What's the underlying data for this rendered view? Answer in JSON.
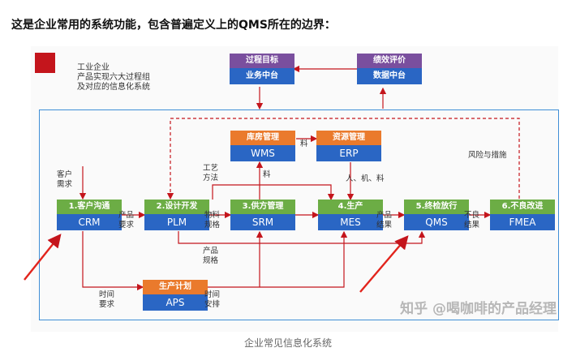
{
  "heading": "这是企业常用的系统功能，包含普遍定义上的QMS所在的边界：",
  "legend": {
    "line1": "工业企业",
    "line2": "产品实现六大过程组",
    "line3": "及对应的信息化系统"
  },
  "nodes": {
    "crm": {
      "top": "1.客户沟通",
      "bottom": "CRM"
    },
    "plm": {
      "top": "2.设计开发",
      "bottom": "PLM"
    },
    "srm": {
      "top": "3.供方管理",
      "bottom": "SRM"
    },
    "mes": {
      "top": "4.生产",
      "bottom": "MES"
    },
    "qms": {
      "top": "5.终检放行",
      "bottom": "QMS"
    },
    "fmea": {
      "top": "6.不良改进",
      "bottom": "FMEA"
    },
    "wms": {
      "top": "库房管理",
      "bottom": "WMS"
    },
    "erp": {
      "top": "资源管理",
      "bottom": "ERP"
    },
    "aps": {
      "top": "生产计划",
      "bottom": "APS"
    },
    "goal": {
      "top": "过程目标",
      "bottom": "业务中台"
    },
    "perf": {
      "top": "绩效评价",
      "bottom": "数据中台"
    }
  },
  "labels": {
    "customer_demand": [
      "客户",
      "需求"
    ],
    "product_req": [
      "产品",
      "要求"
    ],
    "craft_method": [
      "工艺",
      "方法"
    ],
    "material_spec": [
      "物料",
      "规格"
    ],
    "material1": "料",
    "material2": "料",
    "people_machine_material": "人、机、料",
    "product_result": [
      "产品",
      "结果"
    ],
    "defect_result": [
      "不良",
      "结果"
    ],
    "risk_measures": "风险与措施",
    "product_spec": [
      "产品",
      "规格"
    ],
    "time_req": [
      "时间",
      "要求"
    ],
    "time_schedule": [
      "时间",
      "安排"
    ]
  },
  "watermark": "知乎 @喝咖啡的产品经理",
  "caption": "企业常见信息化系统",
  "colors": {
    "green": "#6cad45",
    "purple": "#7a4f9e",
    "orange": "#ea7a2c",
    "blue": "#2a66c4",
    "arrow": "#c4151c",
    "border": "#3f8fd6"
  }
}
